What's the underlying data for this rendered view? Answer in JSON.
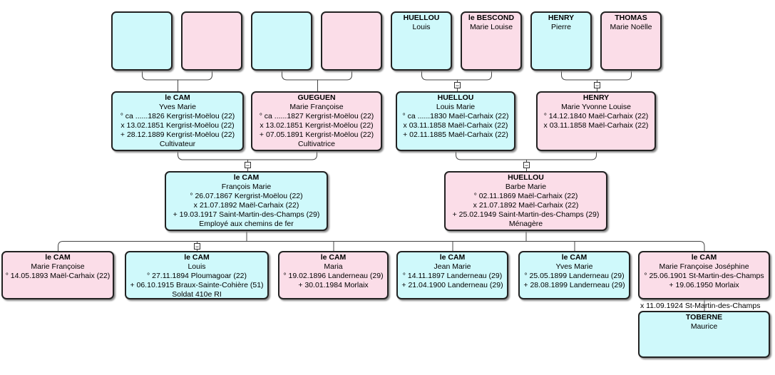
{
  "persons": [
    {
      "id": "p1",
      "sex": "male"
    },
    {
      "id": "p2",
      "sex": "female"
    },
    {
      "id": "p3",
      "sex": "male"
    },
    {
      "id": "p4",
      "sex": "female"
    },
    {
      "id": "p5",
      "sex": "male",
      "surname": "HUELLOU",
      "given": "Louis"
    },
    {
      "id": "p6",
      "sex": "female",
      "surname": "le BESCOND",
      "given": "Marie Louise"
    },
    {
      "id": "p7",
      "sex": "male",
      "surname": "HENRY",
      "given": "Pierre"
    },
    {
      "id": "p8",
      "sex": "female",
      "surname": "THOMAS",
      "given": "Marie Noëlle"
    },
    {
      "id": "g1",
      "sex": "male",
      "surname": "le CAM",
      "given": "Yves Marie",
      "lines": [
        "° ca ......1826 Kergrist-Moëlou (22)",
        "x 13.02.1851 Kergrist-Moëlou (22)",
        "+ 28.12.1889 Kergrist-Moëlou (22)",
        "Cultivateur"
      ]
    },
    {
      "id": "g2",
      "sex": "female",
      "surname": "GUEGUEN",
      "given": "Marie Françoise",
      "lines": [
        "° ca ......1827 Kergrist-Moëlou (22)",
        "x 13.02.1851 Kergrist-Moëlou (22)",
        "+ 07.05.1891 Kergrist-Moëlou (22)",
        "Cultivatrice"
      ]
    },
    {
      "id": "g3",
      "sex": "male",
      "surname": "HUELLOU",
      "given": "Louis Marie",
      "lines": [
        "° ca ......1830 Maël-Carhaix (22)",
        "x 03.11.1858 Maël-Carhaix (22)",
        "+ 02.11.1885 Maël-Carhaix (22)"
      ]
    },
    {
      "id": "g4",
      "sex": "female",
      "surname": "HENRY",
      "given": "Marie Yvonne Louise",
      "lines": [
        "° 14.12.1840 Maël-Carhaix (22)",
        "x 03.11.1858 Maël-Carhaix (22)"
      ]
    },
    {
      "id": "f1",
      "sex": "male",
      "surname": "le CAM",
      "given": "François Marie",
      "lines": [
        "° 26.07.1867 Kergrist-Moëlou (22)",
        "x 21.07.1892 Maël-Carhaix (22)",
        "+ 19.03.1917 Saint-Martin-des-Champs (29)",
        "Employé aux chemins de fer"
      ]
    },
    {
      "id": "f2",
      "sex": "female",
      "surname": "HUELLOU",
      "given": "Barbe Marie",
      "lines": [
        "° 02.11.1869 Maël-Carhaix (22)",
        "x 21.07.1892 Maël-Carhaix (22)",
        "+ 25.02.1949 Saint-Martin-des-Champs (29)",
        "Ménagère"
      ]
    },
    {
      "id": "c1",
      "sex": "female",
      "surname": "le CAM",
      "given": "Marie Françoise",
      "lines": [
        "° 14.05.1893 Maël-Carhaix (22)"
      ]
    },
    {
      "id": "c2",
      "sex": "male",
      "surname": "le CAM",
      "given": "Louis",
      "lines": [
        "° 27.11.1894 Ploumagoar (22)",
        "+ 06.10.1915 Braux-Sainte-Cohière (51)",
        "Soldat 410e RI"
      ]
    },
    {
      "id": "c3",
      "sex": "female",
      "surname": "le CAM",
      "given": "Maria",
      "lines": [
        "° 19.02.1896 Landerneau (29)",
        "+ 30.01.1984 Morlaix"
      ]
    },
    {
      "id": "c4",
      "sex": "male",
      "surname": "le CAM",
      "given": "Jean Marie",
      "lines": [
        "° 14.11.1897 Landerneau (29)",
        "+ 21.04.1900 Landerneau (29)"
      ]
    },
    {
      "id": "c5",
      "sex": "male",
      "surname": "le CAM",
      "given": "Yves Marie",
      "lines": [
        "° 25.05.1899 Landerneau (29)",
        "+ 28.08.1899 Landerneau (29)"
      ]
    },
    {
      "id": "c6",
      "sex": "female",
      "surname": "le CAM",
      "given": "Marie Françoise Joséphine",
      "lines": [
        "° 25.06.1901 St-Martin-des-Champs",
        "+ 19.06.1950 Morlaix"
      ]
    },
    {
      "id": "s1",
      "sex": "male",
      "surname": "TOBERNE",
      "given": "Maurice"
    }
  ],
  "marriage_note": "x 11.09.1924 St-Martin-des-Champs",
  "toggle_symbol": "−",
  "colors": {
    "male": "#cff9fb",
    "female": "#fbdde8",
    "border": "#222222",
    "line": "#444444"
  }
}
